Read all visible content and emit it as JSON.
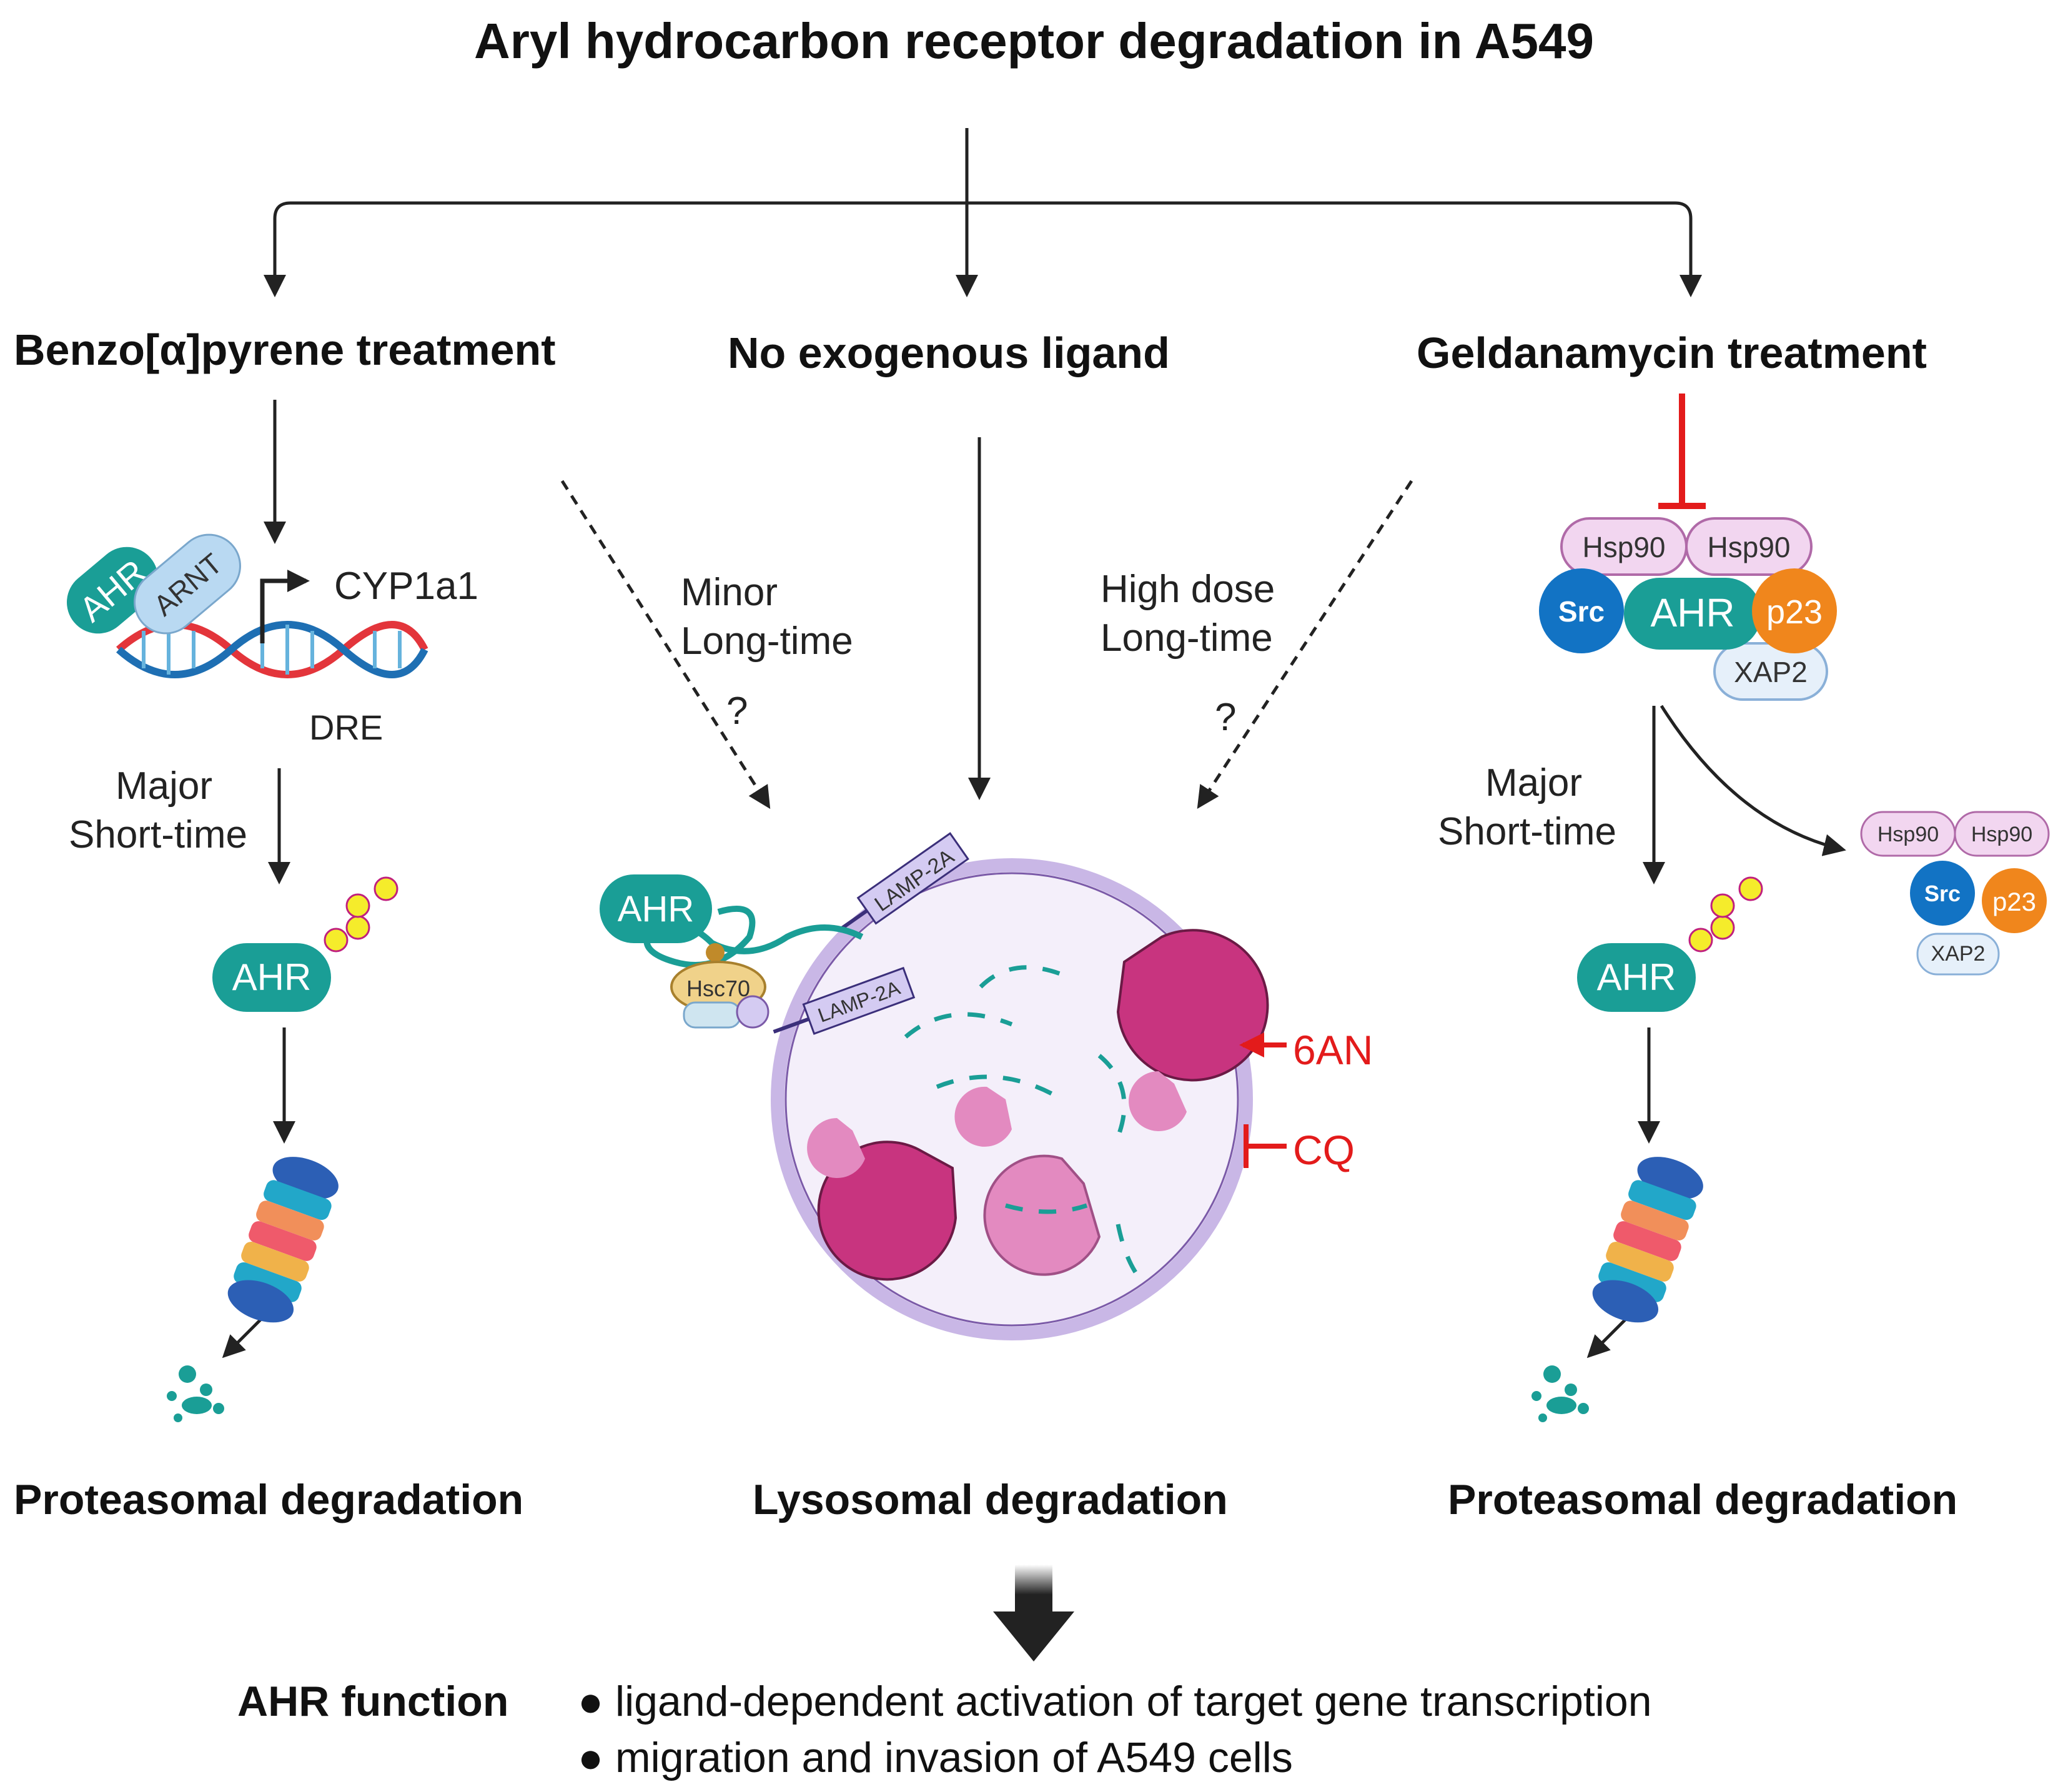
{
  "title": "Aryl hydrocarbon receptor degradation in A549",
  "branches": {
    "left": {
      "heading": "Benzo[α]pyrene treatment",
      "gene": "CYP1a1",
      "element": "DRE",
      "rate_line1": "Major",
      "rate_line2": "Short-time",
      "outcome": "Proteasomal degradation"
    },
    "center": {
      "heading": "No exogenous ligand",
      "outcome": "Lysosomal degradation"
    },
    "right": {
      "heading": "Geldanamycin treatment",
      "rate_line1": "Major",
      "rate_line2": "Short-time",
      "outcome": "Proteasomal degradation"
    }
  },
  "dashed_paths": {
    "left_line1": "Minor",
    "left_line2": "Long-time",
    "left_q": "?",
    "right_line1": "High dose",
    "right_line2": "Long-time",
    "right_q": "?"
  },
  "molecules": {
    "ahr": "AHR",
    "arnt": "ARNT",
    "hsp90": "Hsp90",
    "src": "Src",
    "p23": "p23",
    "xap2": "XAP2",
    "hsc70": "Hsc70",
    "lamp2a": "LAMP-2A",
    "ub": "Ub"
  },
  "inhibitors": {
    "activator": "6AN",
    "blocker": "CQ"
  },
  "function": {
    "label": "AHR function",
    "items": [
      "ligand-dependent activation of target gene transcription",
      "migration and invasion of A549 cells"
    ]
  },
  "colors": {
    "ahr_teal": "#1a9e96",
    "arnt_blue": "#b9d9f2",
    "hsp90_pink": "#f2d6f0",
    "src_blue": "#1273c4",
    "p23_orange": "#f0861c",
    "lysosome_purple": "#c9b7e6",
    "lysosome_fill": "#f4effa",
    "enzyme_dark": "#c8347f",
    "enzyme_light": "#e38ac0",
    "inhibitor_red": "#e31b1b",
    "ub_yellow": "#f5ec2b"
  }
}
